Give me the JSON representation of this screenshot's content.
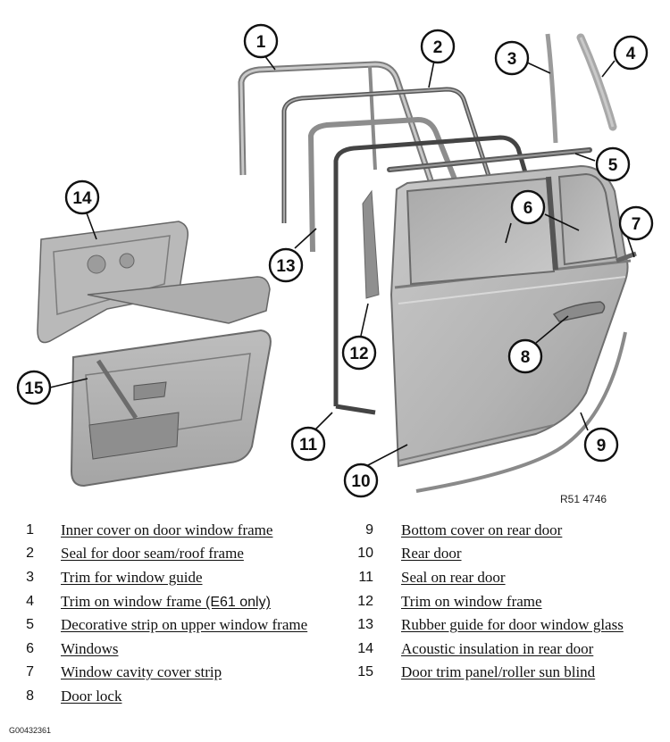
{
  "diagram": {
    "reference_code": "R51 4746",
    "callouts": [
      "1",
      "2",
      "3",
      "4",
      "5",
      "6",
      "7",
      "8",
      "9",
      "10",
      "11",
      "12",
      "13",
      "14",
      "15"
    ]
  },
  "legend": [
    {
      "num": "1",
      "label": "Inner cover on door window frame"
    },
    {
      "num": "2",
      "label": "Seal for door seam/roof frame"
    },
    {
      "num": "3",
      "label": "Trim for window guide"
    },
    {
      "num": "4",
      "label": "Trim on window frame",
      "suffix": " (E61 only)"
    },
    {
      "num": "5",
      "label": "Decorative strip on upper window frame"
    },
    {
      "num": "6",
      "label": "Windows"
    },
    {
      "num": "7",
      "label": "Window cavity cover strip"
    },
    {
      "num": "8",
      "label": "Door lock"
    },
    {
      "num": "9",
      "label": "Bottom cover on rear door"
    },
    {
      "num": "10",
      "label": "Rear door"
    },
    {
      "num": "11",
      "label": "Seal on rear door"
    },
    {
      "num": "12",
      "label": "Trim on window frame"
    },
    {
      "num": "13",
      "label": "Rubber guide for door window glass"
    },
    {
      "num": "14",
      "label": "Acoustic insulation in rear door"
    },
    {
      "num": "15",
      "label": "Door trim panel/roller sun blind"
    }
  ],
  "document_code": "G00432361"
}
